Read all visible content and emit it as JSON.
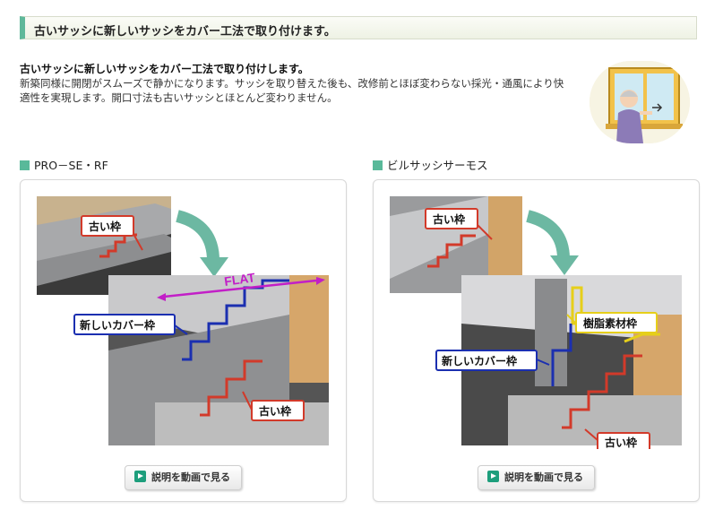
{
  "header": {
    "title": "古いサッシに新しいサッシをカバー工法で取り付けます。"
  },
  "intro": {
    "heading": "古いサッシに新しいサッシをカバー工法で取り付けします。",
    "body": "新築同様に開閉がスムーズで静かになります。サッシを取り替えた後も、改修前とほぼ変わらない採光・通風により快適性を実現します。開口寸法も古いサッシとほとんど変わりません。"
  },
  "products": [
    {
      "name": "PRO－SE・RF",
      "labels": {
        "old_frame_top": "古い枠",
        "flat": "FLAT",
        "new_cover_frame": "新しいカバー枠",
        "old_frame_bottom": "古い枠"
      },
      "video_button": "説明を動画で見る"
    },
    {
      "name": "ビルサッシサーモス",
      "labels": {
        "old_frame_top": "古い枠",
        "resin_frame": "樹脂素材枠",
        "new_cover_frame": "新しいカバー枠",
        "old_frame_bottom": "古い枠"
      },
      "video_button": "説明を動画で見る"
    }
  ],
  "colors": {
    "accent": "#59b99a",
    "old_frame": "#d23a2a",
    "new_frame": "#1b2fb0",
    "resin_frame": "#e6cf1a",
    "flat_line": "#c21fc7"
  },
  "icons": {
    "play": "play-icon",
    "arrow": "curved-arrow-icon"
  }
}
